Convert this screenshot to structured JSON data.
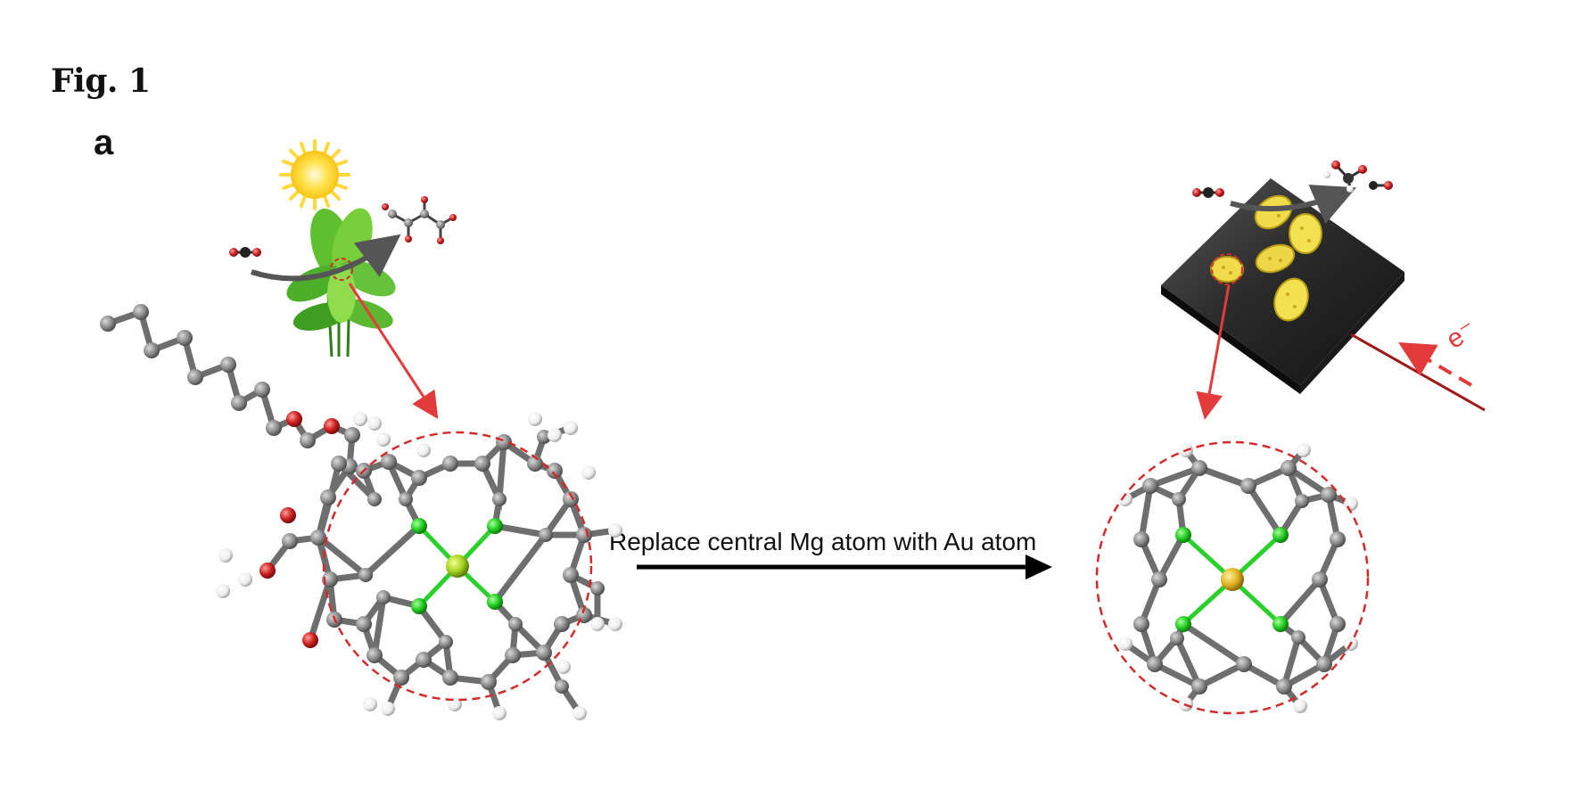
{
  "figure": {
    "title": "Fig. 1",
    "panel_label": "a"
  },
  "transformation": {
    "caption": "Replace central Mg atom with Au atom"
  },
  "right_scene": {
    "electron_label": "e⁻"
  },
  "colors": {
    "carbon": "#8c8c8c",
    "nitrogen": "#22cc22",
    "hydrogen": "#f2f2f2",
    "oxygen": "#cc1f1f",
    "magnesium": "#a5d21f",
    "gold": "#e0b21e",
    "guide_circle": "#d42a2a",
    "pointer_arrow": "#e33b3b",
    "main_arrow": "#000000",
    "leaf": "#4caf2a",
    "sun": "#ffe14a",
    "electrode": "#2b2b2b",
    "nanoparticle": "#f0dc4a"
  }
}
